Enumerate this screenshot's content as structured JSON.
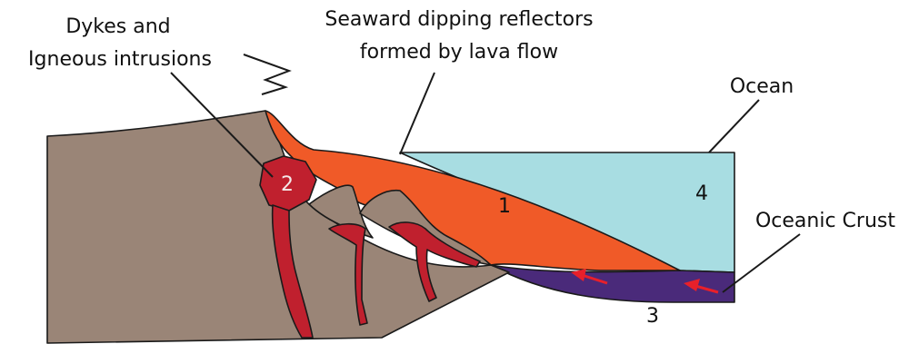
{
  "labels": {
    "dykes_line1": "Dykes and",
    "dykes_line2": "Igneous intrusions",
    "sdr_line1": "Seaward dipping reflectors",
    "sdr_line2": "formed by lava flow",
    "ocean": "Ocean",
    "oceanic_crust": "Oceanic Crust"
  },
  "regions": {
    "lava": "1",
    "intrusion": "2",
    "crust": "3",
    "ocean": "4"
  },
  "colors": {
    "continental_crust": "#9a8577",
    "lava_flow": "#f05a28",
    "ocean_water": "#a8dde2",
    "oceanic_crust": "#4a2a7a",
    "dykes": "#c0202e",
    "arrows": "#e8202a"
  }
}
